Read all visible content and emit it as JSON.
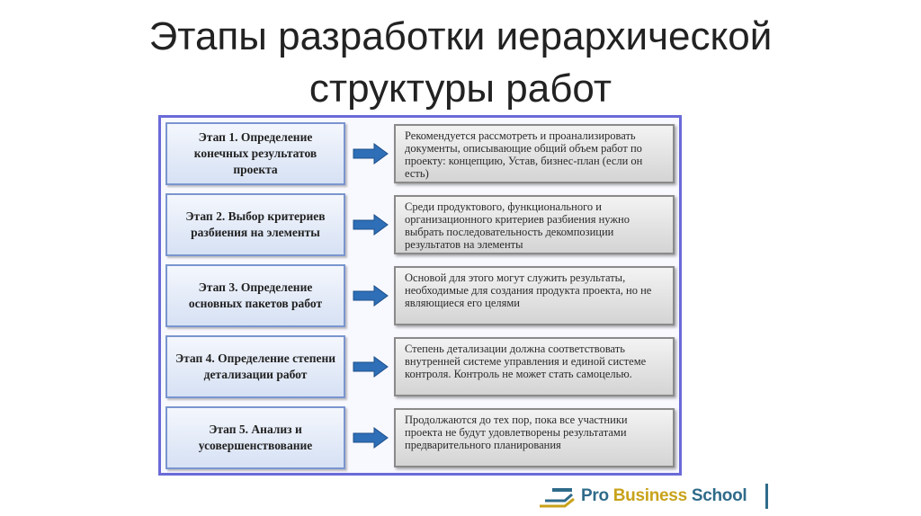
{
  "title": {
    "line1": "Этапы разработки иерархической",
    "line2": "структуры работ"
  },
  "rows": [
    {
      "stage": "Этап 1. Определение конечных результатов проекта",
      "description": "Рекомендуется рассмотреть и проанализировать документы, описывающие общий объем работ по проекту: концепцию, Устав, бизнес-план (если он есть)"
    },
    {
      "stage": "Этап 2. Выбор критериев разбиения на элементы",
      "description": "Среди продуктового, функционального и организационного критериев разбиения нужно выбрать последовательность декомпозиции результатов на элементы"
    },
    {
      "stage": "Этап 3. Определение основных пакетов работ",
      "description": "Основой для этого могут служить результаты, необходимые для создания продукта проекта, но не являющиеся его целями"
    },
    {
      "stage": "Этап 4. Определение степени детализации работ",
      "description": "Степень детализации должна соответствовать внутренней системе управления и единой системе контроля. Контроль не может стать самоцелью."
    },
    {
      "stage": "Этап 5. Анализ и усовершенствование",
      "description": "Продолжаются до тех пор, пока все участники проекта не будут удовлетворены результатами предварительного планирования"
    }
  ],
  "logo": {
    "pro": "Pro",
    "business": "Business",
    "school": "School"
  },
  "colors": {
    "frame_border": "#6a6ad8",
    "stage_border": "#7a95cf",
    "arrow_fill": "#2e6fb7",
    "logo_blue": "#2f6b8a",
    "logo_gold": "#c8a21a"
  }
}
